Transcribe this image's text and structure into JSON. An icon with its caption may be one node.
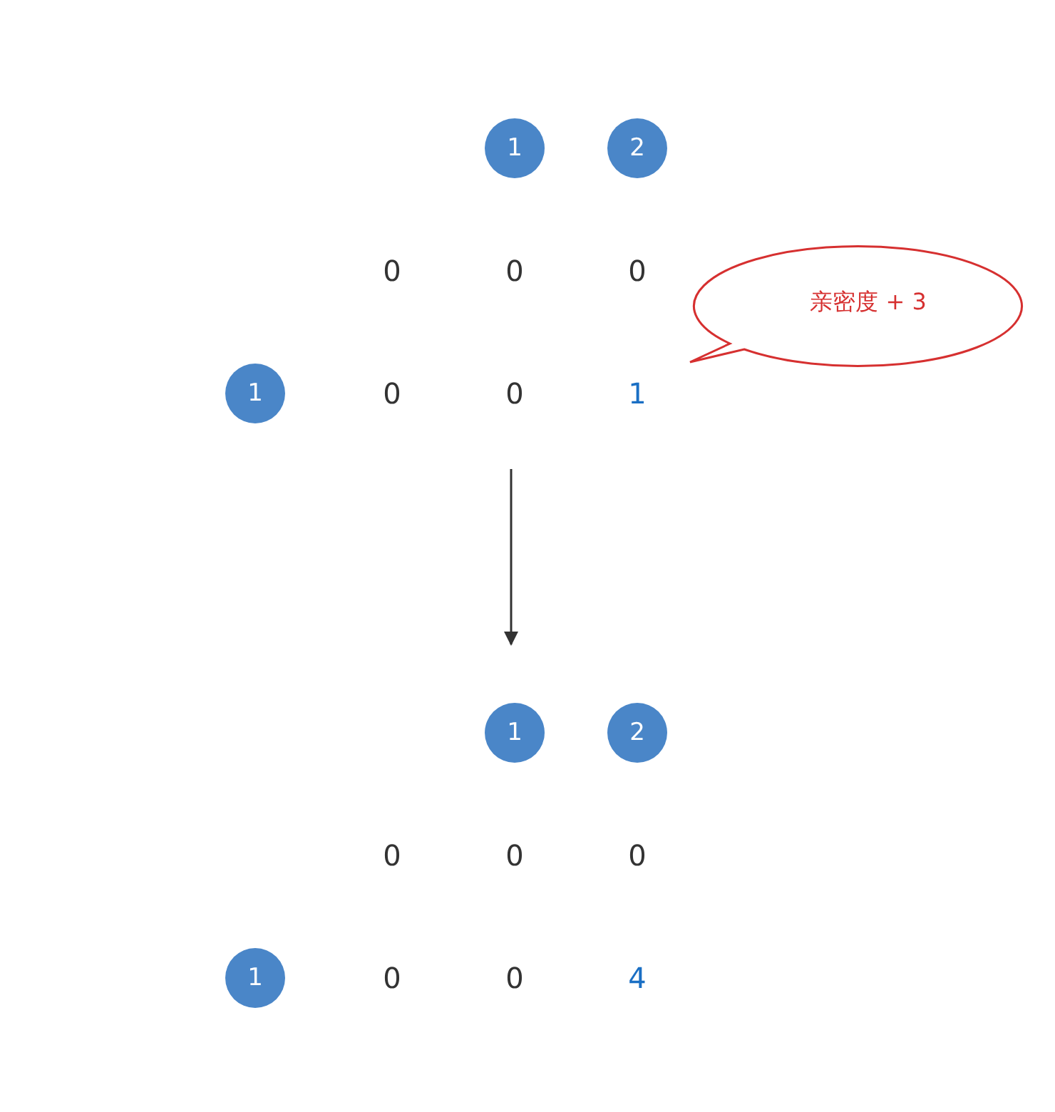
{
  "diagram": {
    "nodes": [
      {
        "text": [
          "1"
        ]
      },
      {
        "text": [
          "2"
        ]
      },
      {
        "text": [
          "亲密度 + 3"
        ]
      },
      {
        "text": [
          "1"
        ]
      },
      {
        "text": [
          "1"
        ]
      },
      {
        "text": [
          "2"
        ]
      },
      {
        "text": [
          "1"
        ]
      }
    ],
    "labels": [
      "0",
      "0",
      "0",
      "0",
      "0",
      "1",
      "0",
      "0",
      "0",
      "0",
      "0",
      "4"
    ]
  }
}
